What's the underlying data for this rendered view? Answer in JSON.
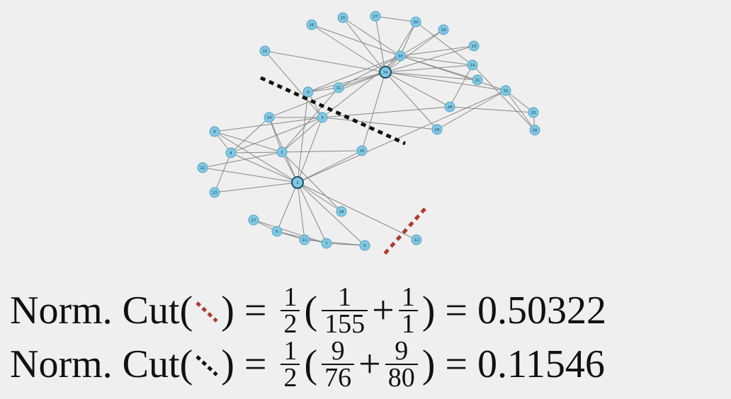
{
  "graph": {
    "node_color": "#7ec8e3",
    "edge_color": "#888888",
    "nodes": [
      {
        "id": "16"
      },
      {
        "id": "15"
      },
      {
        "id": "27"
      },
      {
        "id": "30"
      },
      {
        "id": "19"
      },
      {
        "id": "23"
      },
      {
        "id": "24"
      },
      {
        "id": "21"
      },
      {
        "id": "33"
      },
      {
        "id": "34"
      },
      {
        "id": "10"
      },
      {
        "id": "31"
      },
      {
        "id": "9"
      },
      {
        "id": "32"
      },
      {
        "id": "28"
      },
      {
        "id": "25"
      },
      {
        "id": "26"
      },
      {
        "id": "29"
      },
      {
        "id": "14"
      },
      {
        "id": "3"
      },
      {
        "id": "8"
      },
      {
        "id": "4"
      },
      {
        "id": "2"
      },
      {
        "id": "20"
      },
      {
        "id": "22"
      },
      {
        "id": "13"
      },
      {
        "id": "1"
      },
      {
        "id": "18"
      },
      {
        "id": "17"
      },
      {
        "id": "6"
      },
      {
        "id": "11"
      },
      {
        "id": "7"
      },
      {
        "id": "5"
      },
      {
        "id": "12"
      }
    ],
    "red_cut_color": "#b03a2e",
    "black_cut_color": "#111111"
  },
  "equations": {
    "line1": {
      "label": "Norm. Cut",
      "open": "(",
      "close": ")",
      "equals": "=",
      "half_num": "1",
      "half_den": "2",
      "frac1_num": "1",
      "frac1_den": "155",
      "plus": "+",
      "frac2_num": "1",
      "frac2_den": "1",
      "result": "0.50322",
      "cut_color": "#b03a2e"
    },
    "line2": {
      "label": "Norm. Cut",
      "open": "(",
      "close": ")",
      "equals": "=",
      "half_num": "1",
      "half_den": "2",
      "frac1_num": "9",
      "frac1_den": "76",
      "plus": "+",
      "frac2_num": "9",
      "frac2_den": "80",
      "result": "0.11546",
      "cut_color": "#111111"
    }
  }
}
